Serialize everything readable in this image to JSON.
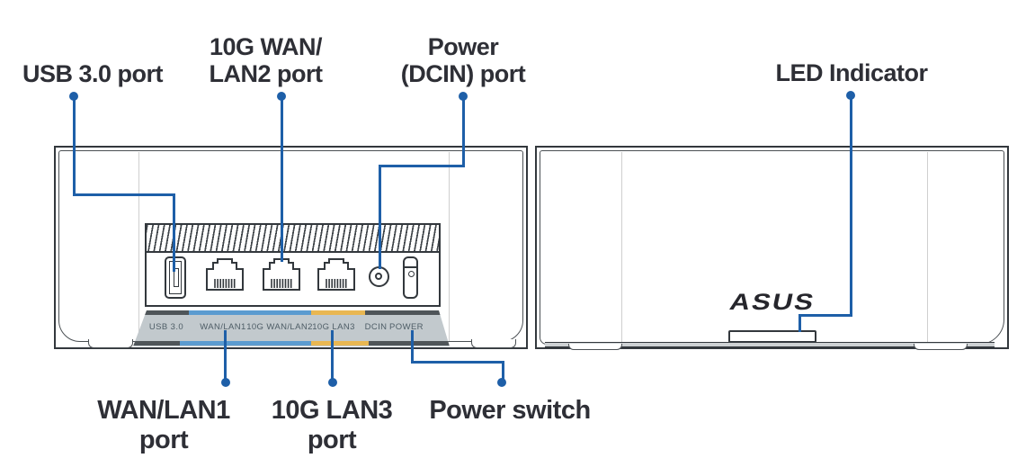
{
  "figure": "router-port-diagram",
  "colors": {
    "callout_line": "#1E5FA8",
    "band_blue": "#5B9BD0",
    "band_yellow": "#E9B752",
    "band_dark": "#4F5559",
    "strip_bg": "#C2C9CD"
  },
  "callouts": {
    "usb": {
      "label": "USB 3.0 port"
    },
    "wan2": {
      "line1": "10G WAN/",
      "line2": "LAN2 port"
    },
    "dcin": {
      "line1": "Power",
      "line2": "(DCIN) port"
    },
    "led": {
      "label": "LED Indicator"
    },
    "wan1": {
      "line1": "WAN/LAN1",
      "line2": "port"
    },
    "lan3": {
      "line1": "10G LAN3",
      "line2": "port"
    },
    "power_switch": {
      "label": "Power switch"
    }
  },
  "back_panel": {
    "strip_labels": {
      "usb": "USB 3.0",
      "wan1": "WAN/LAN1",
      "wan2": "10G WAN/LAN2",
      "lan3": "10G LAN3",
      "dcin": "DCIN",
      "power": "POWER"
    }
  },
  "front_panel": {
    "brand": "ASUS"
  }
}
